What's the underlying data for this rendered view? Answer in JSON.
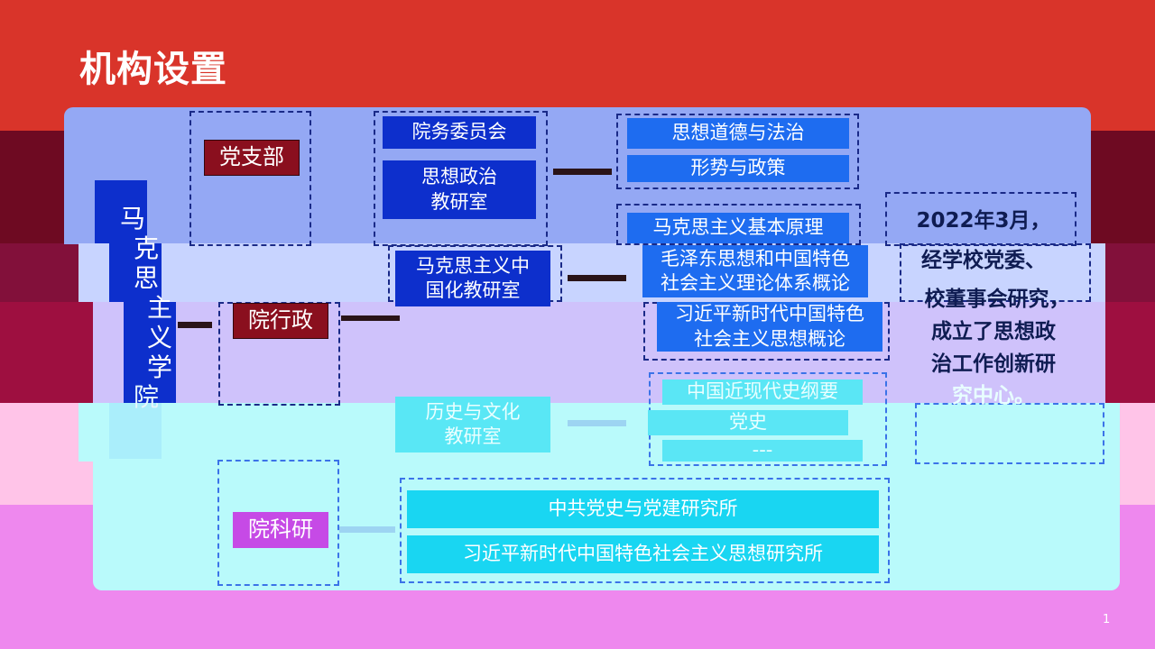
{
  "title": "机构设置",
  "root": "马克思主义学院",
  "root_chars": [
    "马",
    "克",
    "思",
    "主",
    "义",
    "学",
    "院"
  ],
  "branches": {
    "party": "党支部",
    "admin": "院行政",
    "research": "院科研"
  },
  "committee": "院务委员会",
  "teaching_sections": {
    "ideology": "思想政治\n教研室",
    "sinicization": "马克思主义中\n国化教研室",
    "history": "历史与文化\n教研室"
  },
  "courses": {
    "ethics_law": "思想道德与法治",
    "situation_policy": "形势与政策",
    "basic_principles": "马克思主义基本原理",
    "mao_theory": "毛泽东思想和中国特色\n社会主义理论体系概论",
    "xi_thought": "习近平新时代中国特色\n社会主义思想概论",
    "modern_history": "中国近现代史纲要",
    "party_history": "党史",
    "course_9_partial": "---"
  },
  "institutes": {
    "party_building": "中共党史与党建研究所",
    "xi_institute": "习近平新时代中国特色社会主义思想研究所"
  },
  "note_lines": [
    "2022年3月，",
    "经学校党委、",
    "校董事会研究，",
    "成立了思想政",
    "治工作创新研",
    "究中心。"
  ],
  "page_number": "1"
}
